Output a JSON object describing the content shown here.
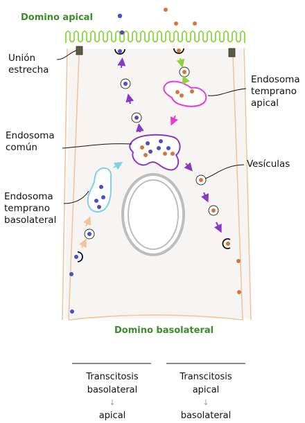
{
  "labels": {
    "domino_apical": "Domino apical",
    "domino_basolateral": "Domino basolateral",
    "union_estrecha": [
      "Unión",
      "estrecha"
    ],
    "endosoma_temprano_apical": [
      "Endosoma",
      "temprano",
      "apical"
    ],
    "endosoma_comun": [
      "Endosoma",
      "común"
    ],
    "vesiculas": "Vesículas",
    "endosoma_temprano_basolateral": [
      "Endosoma",
      "temprano",
      "basolateral"
    ]
  },
  "legend": {
    "basolateral": {
      "title_1": "Transcitosis",
      "title_2": "basolateral",
      "arrow": "↓",
      "target": "apical"
    },
    "apical": {
      "title_1": "Transcitosis",
      "title_2": "apical",
      "arrow": "↓",
      "target": "basolateral"
    }
  },
  "colors": {
    "microvilli": "#8dd43a",
    "domain_text": "#3c8a2a",
    "cell_fill": "#f6f5f3",
    "cell_outline": "#f2c39e",
    "blue_cargo": "#4d4dc6",
    "orange_cargo": "#d2763a",
    "purple_endosome": "#8a38c4",
    "magenta_endosome": "#e33ad9",
    "cyan_endosome": "#7dd0e6",
    "nucleus": "#bdbdbd",
    "junction": "#5c5c44"
  }
}
